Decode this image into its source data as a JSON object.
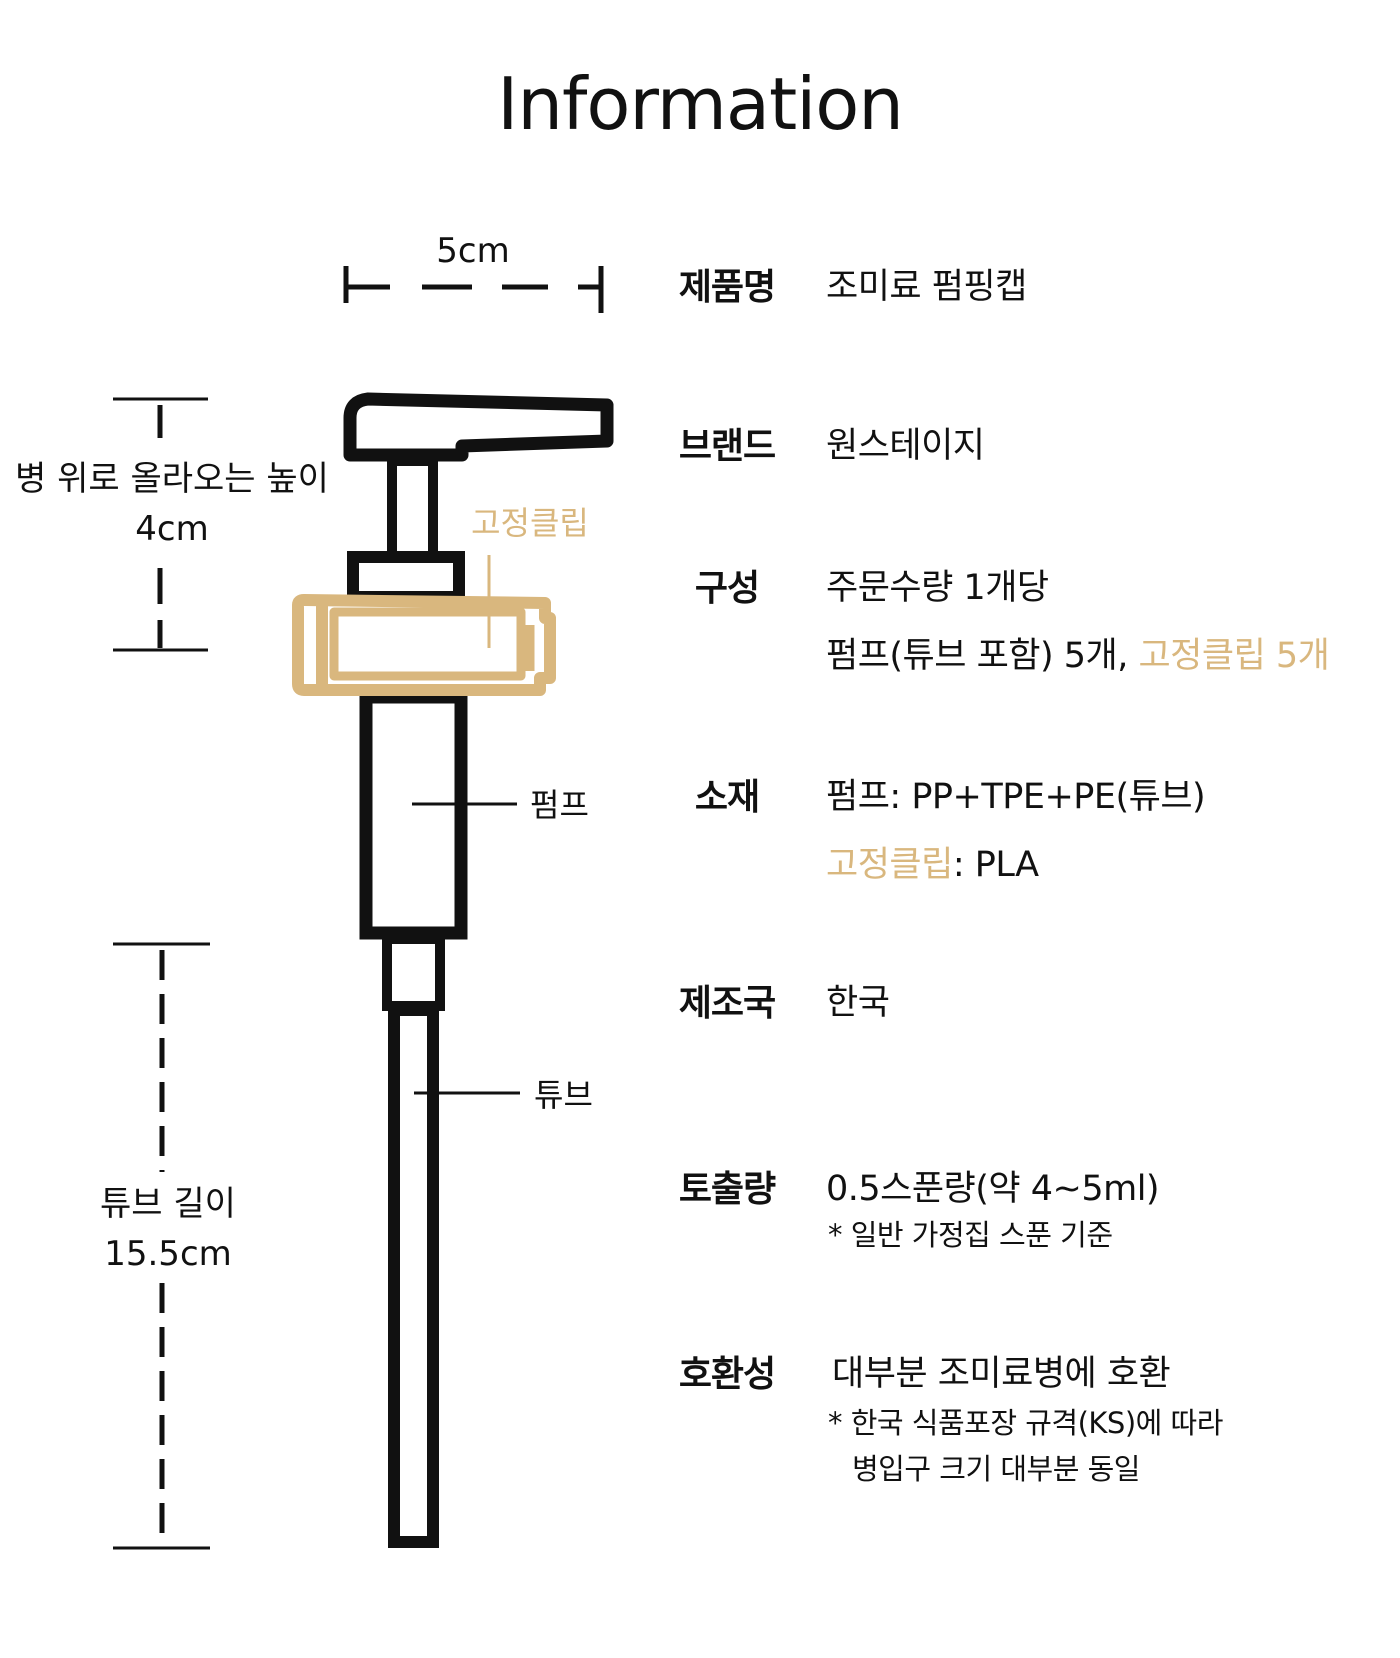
{
  "title": "Information",
  "colors": {
    "accent_gold": "#d9b77e",
    "ink": "#111111",
    "background": "#ffffff"
  },
  "dimensions": {
    "width_label": "5cm",
    "rise_label_line1": "병 위로 올라오는 높이",
    "rise_label_line2": "4cm",
    "tube_label_line1": "튜브 길이",
    "tube_label_line2": "15.5cm"
  },
  "parts": {
    "clip": "고정클립",
    "pump": "펌프",
    "tube": "튜브"
  },
  "specs": {
    "name": {
      "key": "제품명",
      "value": "조미료 펌핑캡"
    },
    "brand": {
      "key": "브랜드",
      "value": "원스테이지"
    },
    "composition": {
      "key": "구성",
      "line1": "주문수량 1개당",
      "line2_black": "펌프(튜브 포함) 5개, ",
      "line2_gold": "고정클립 5개"
    },
    "material": {
      "key": "소재",
      "line1": "펌프: PP+TPE+PE(튜브)",
      "line2_gold": "고정클립",
      "line2_black": ": PLA"
    },
    "origin": {
      "key": "제조국",
      "value": "한국"
    },
    "dispense": {
      "key": "토출량",
      "value": "0.5스푼량(약 4~5ml)",
      "note": "* 일반 가정집 스푼 기준"
    },
    "compat": {
      "key": "호환성",
      "value": "대부분 조미료병에 호환",
      "note1": "* 한국 식품포장 규격(KS)에 따라",
      "note2": "병입구 크기 대부분 동일"
    }
  }
}
